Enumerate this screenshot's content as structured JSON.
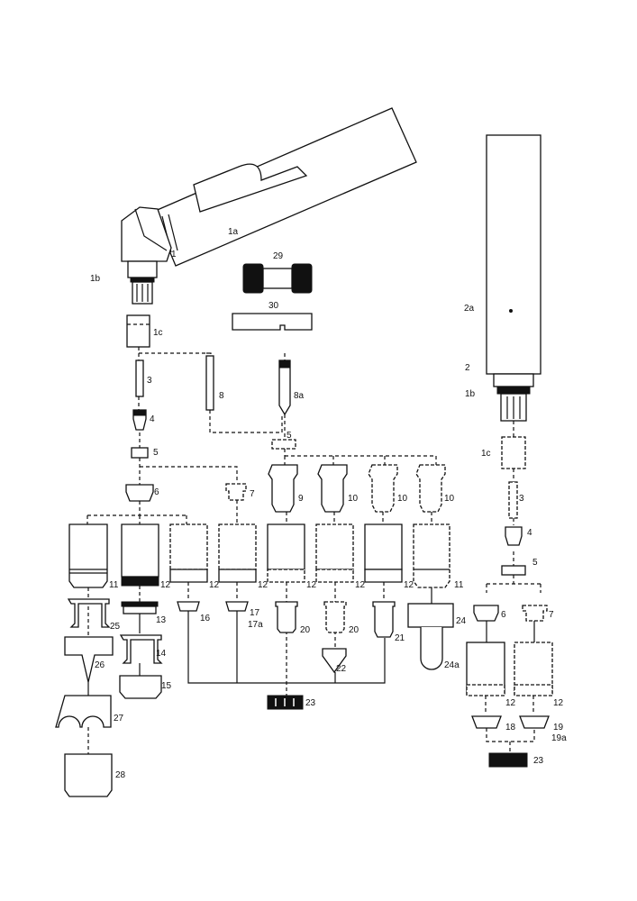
{
  "labels": {
    "torch_head": "1",
    "torch_handle": "1a",
    "torch_collar": "1b",
    "part_1c": "1c",
    "part_29": "29",
    "part_30": "30",
    "part_3": "3",
    "part_8": "8",
    "part_8a": "8a",
    "part_4": "4",
    "part_5": "5",
    "part_5b": "5",
    "part_6": "6",
    "part_7": "7",
    "part_9": "9",
    "part_10a": "10",
    "part_10b": "10",
    "part_10c": "10",
    "part_11a": "11",
    "part_12a": "12",
    "part_12b": "12",
    "part_12c": "12",
    "part_12d": "12",
    "part_12e": "12",
    "part_12f": "12",
    "part_11b": "11",
    "part_25": "25",
    "part_13": "13",
    "part_16": "16",
    "part_17": "17",
    "part_17a": "17a",
    "part_20a": "20",
    "part_20b": "20",
    "part_21": "21",
    "part_24": "24",
    "part_24a": "24a",
    "part_14": "14",
    "part_26": "26",
    "part_15": "15",
    "part_22": "22",
    "part_23": "23",
    "part_27": "27",
    "part_28": "28",
    "r_2a": "2a",
    "r_2": "2",
    "r_1b": "1b",
    "r_1c": "1c",
    "r_3": "3",
    "r_4": "4",
    "r_5": "5",
    "r_6": "6",
    "r_7": "7",
    "r_12a": "12",
    "r_12b": "12",
    "r_18": "18",
    "r_19": "19",
    "r_19a": "19a",
    "r_23": "23"
  }
}
